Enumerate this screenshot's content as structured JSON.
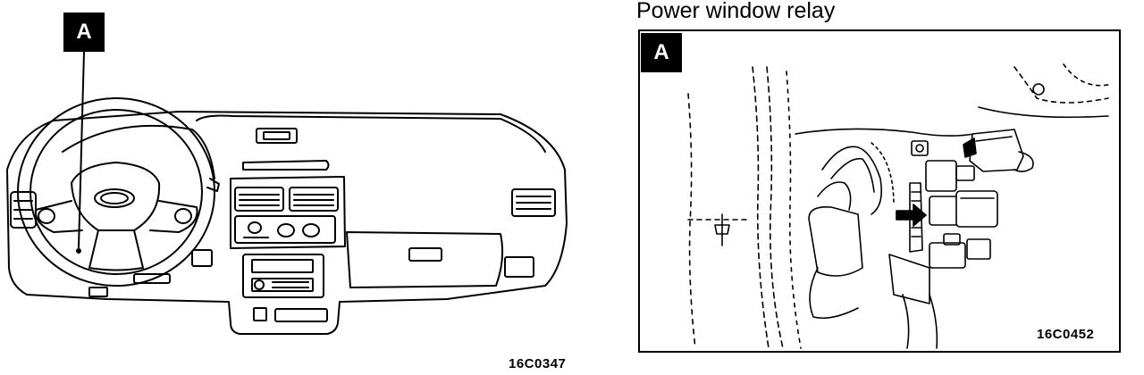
{
  "left_figure": {
    "callout": "A",
    "code": "16C0347"
  },
  "right_figure": {
    "title": "Power window relay",
    "callout": "A",
    "code": "16C0452"
  }
}
